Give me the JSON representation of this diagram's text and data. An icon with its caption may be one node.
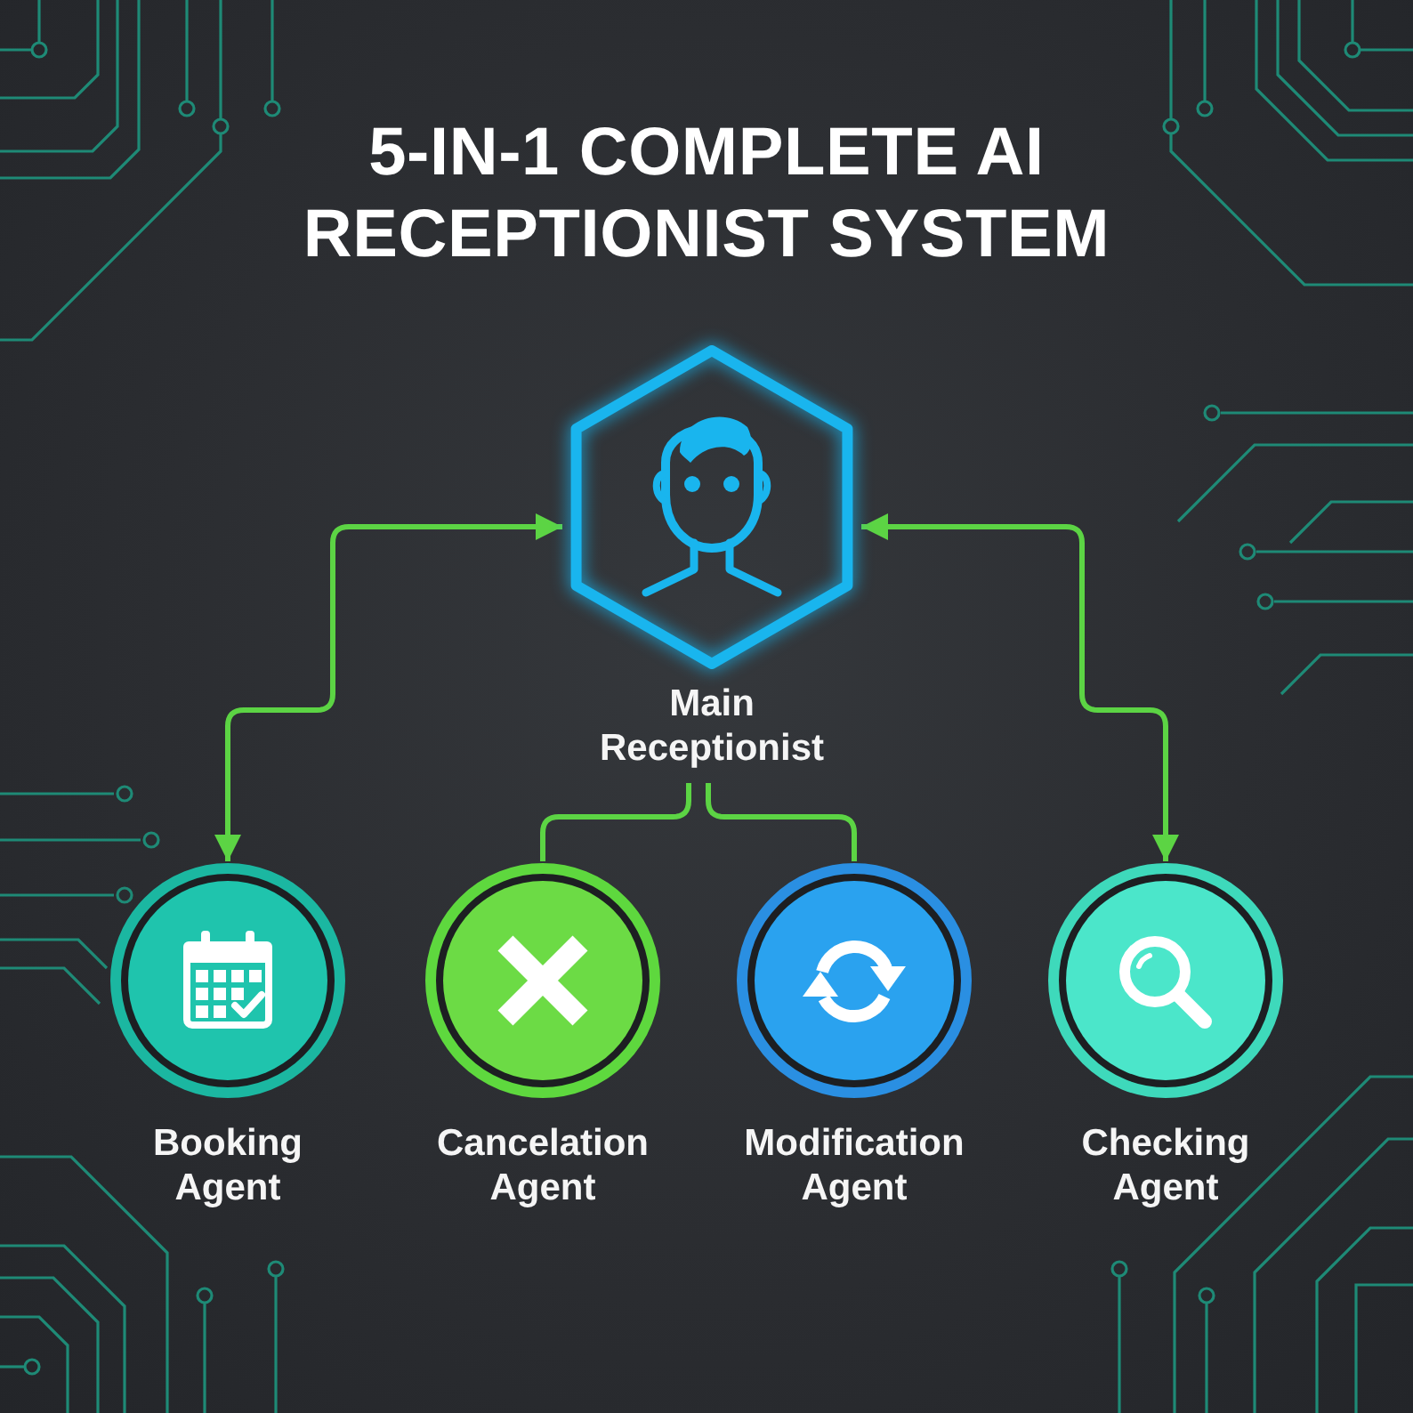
{
  "diagram": {
    "title": "5-IN-1 COMPLETE AI RECEPTIONIST SYSTEM",
    "nodes": [
      {
        "text": [
          "Main Receptionist"
        ]
      },
      {
        "text": [
          "Booking Agent"
        ]
      },
      {
        "text": [
          "Cancelation Agent"
        ]
      },
      {
        "text": [
          "Modification Agent"
        ]
      },
      {
        "text": [
          "Checking Agent"
        ]
      }
    ],
    "edges": [
      {
        "from": 0,
        "to": 1,
        "arrow": "both"
      },
      {
        "from": 0,
        "to": 2,
        "arrow": "none"
      },
      {
        "from": 0,
        "to": 3,
        "arrow": "none"
      },
      {
        "from": 0,
        "to": 4,
        "arrow": "both"
      }
    ]
  }
}
